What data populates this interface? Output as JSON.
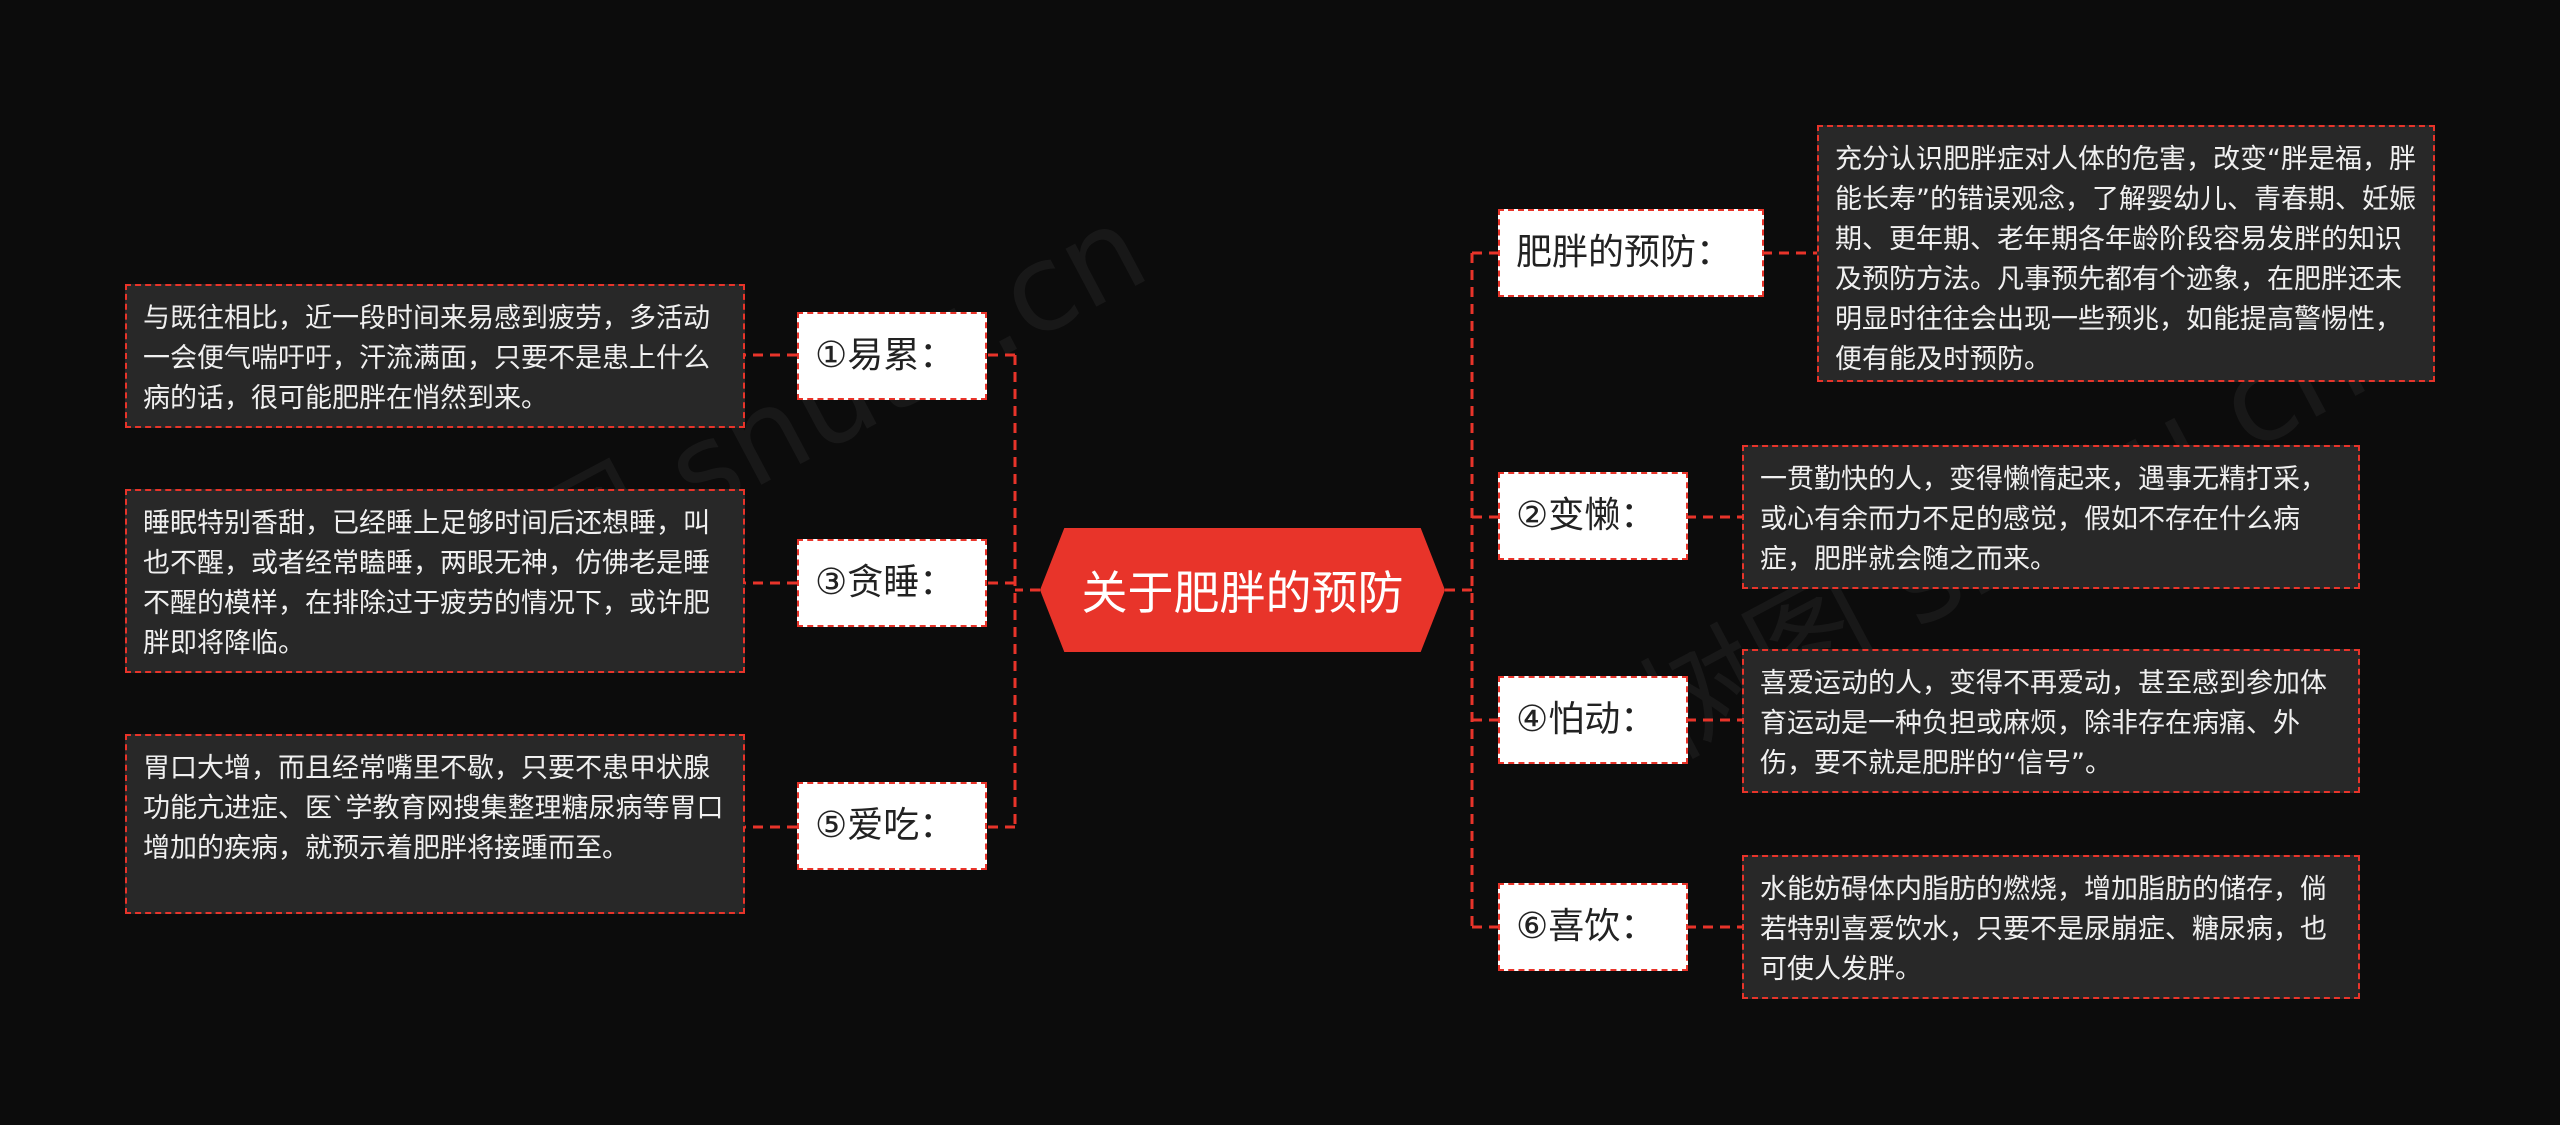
{
  "center": {
    "title": "关于肥胖的预防"
  },
  "branches": {
    "prevention": {
      "label": "肥胖的预防：",
      "text": "充分认识肥胖症对人体的危害，改变“胖是福，胖能长寿”的错误观念，了解婴幼儿、青春期、妊娠期、更年期、老年期各年龄阶段容易发胖的知识及预防方法。凡事预先都有个迹象，在肥胖还未明显时往往会出现一些预兆，如能提高警惕性，便有能及时预防。"
    },
    "tired": {
      "label": "①易累：",
      "text": "与既往相比，近一段时间来易感到疲劳，多活动一会便气喘吁吁，汗流满面，只要不是患上什么病的话，很可能肥胖在悄然到来。"
    },
    "lazy": {
      "label": "②变懒：",
      "text": "一贯勤快的人，变得懒惰起来，遇事无精打采，或心有余而力不足的感觉，假如不存在什么病症，肥胖就会随之而来。"
    },
    "sleepy": {
      "label": "③贪睡：",
      "text": "睡眠特别香甜，已经睡上足够时间后还想睡，叫也不醒，或者经常瞌睡，两眼无神，仿佛老是睡不醒的模样，在排除过于疲劳的情况下，或许肥胖即将降临。"
    },
    "fear_exercise": {
      "label": "④怕动：",
      "text": "喜爱运动的人，变得不再爱动，甚至感到参加体育运动是一种负担或麻烦，除非存在病痛、外伤，要不就是肥胖的“信号”。"
    },
    "eat": {
      "label": "⑤爱吃：",
      "text": "胃口大增，而且经常嘴里不歇，只要不患甲状腺功能亢进症、医`学教育网搜集整理糖尿病等胃口增加的疾病，就预示着肥胖将接踵而至。"
    },
    "drink": {
      "label": "⑥喜饮：",
      "text": "水能妨碍体内脂肪的燃烧，增加脂肪的储存，倘若特别喜爱饮水，只要不是尿崩症、糖尿病，也可使人发胖。"
    }
  },
  "colors": {
    "accent": "#e8342a",
    "background": "#0c0c0c",
    "card": "#282828"
  }
}
